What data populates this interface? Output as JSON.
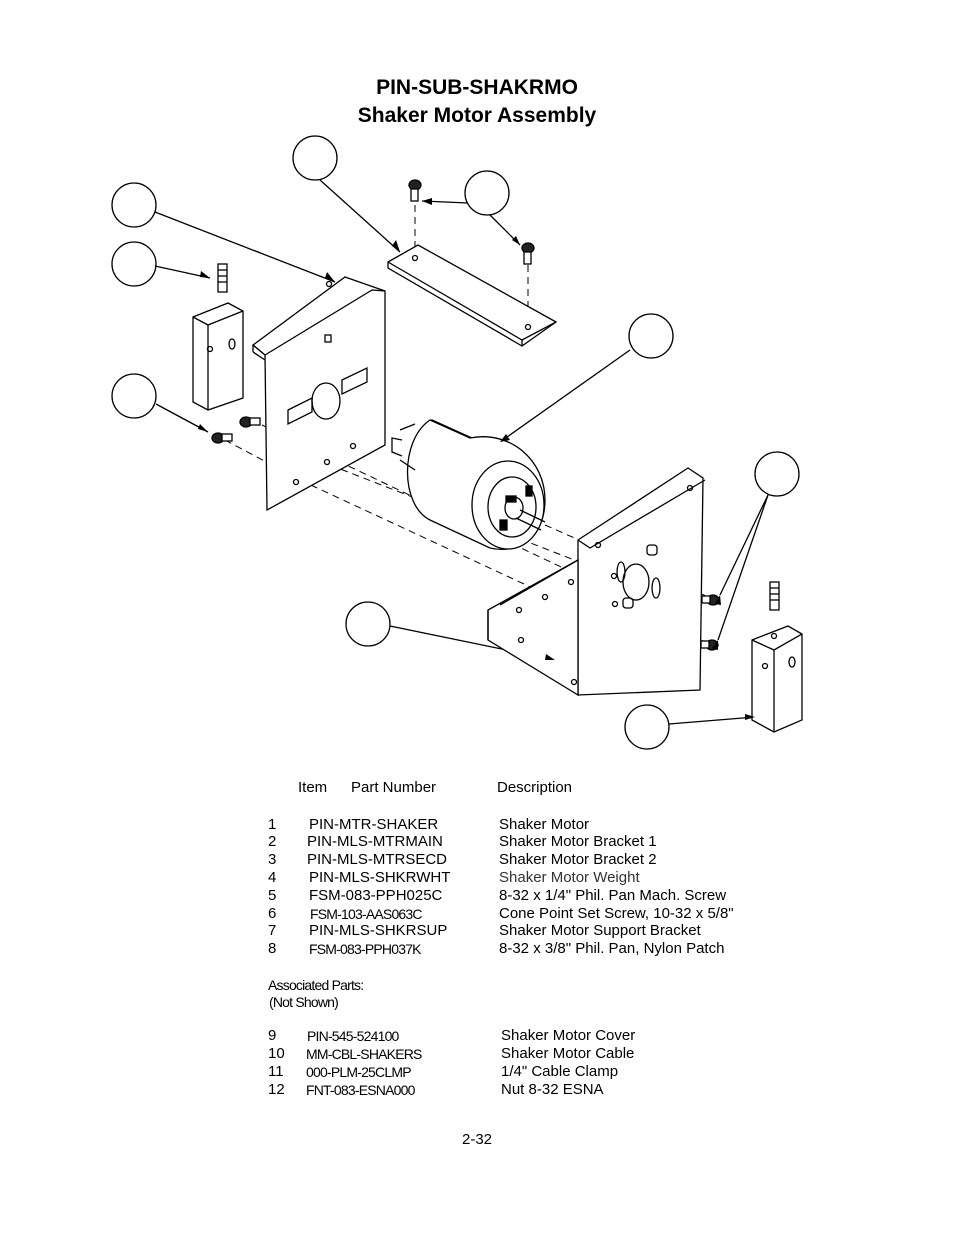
{
  "header": {
    "title": "PIN-SUB-SHAKRMO",
    "subtitle": "Shaker Motor Assembly"
  },
  "table": {
    "headers": {
      "item": "Item",
      "part_number": "Part Number",
      "description": "Description"
    },
    "rows": [
      {
        "item": "1",
        "part": "PIN-MTR-SHAKER",
        "desc": "Shaker Motor"
      },
      {
        "item": "2",
        "part": "PIN-MLS-MTRMAIN",
        "desc": "Shaker Motor Bracket 1"
      },
      {
        "item": "3",
        "part": "PIN-MLS-MTRSECD",
        "desc": "Shaker Motor Bracket 2"
      },
      {
        "item": "4",
        "part": "PIN-MLS-SHKRWHT",
        "desc": "Shaker Motor Weight"
      },
      {
        "item": "5",
        "part": "FSM-083-PPH025C",
        "desc": "8-32 x 1/4\" Phil. Pan Mach. Screw"
      },
      {
        "item": "6",
        "part": "FSM-103-AAS063C",
        "desc": "Cone Point Set Screw, 10-32 x 5/8\""
      },
      {
        "item": "7",
        "part": "PIN-MLS-SHKRSUP",
        "desc": "Shaker Motor Support Bracket"
      },
      {
        "item": "8",
        "part": "FSM-083-PPH037K",
        "desc": "8-32 x 3/8\" Phil. Pan, Nylon Patch"
      }
    ]
  },
  "associated": {
    "label": "Associated Parts:",
    "note": "(Not Shown)",
    "rows": [
      {
        "item": "9",
        "part": "PIN-545-524100",
        "desc": "Shaker Motor Cover"
      },
      {
        "item": "10",
        "part": "MM-CBL-SHAKERS",
        "desc": "Shaker Motor Cable"
      },
      {
        "item": "11",
        "part": "000-PLM-25CLMP",
        "desc": "1/4\" Cable Clamp"
      },
      {
        "item": "12",
        "part": "FNT-083-ESNA000",
        "desc": "Nut 8-32 ESNA"
      }
    ]
  },
  "footer": {
    "page_number": "2-32"
  }
}
